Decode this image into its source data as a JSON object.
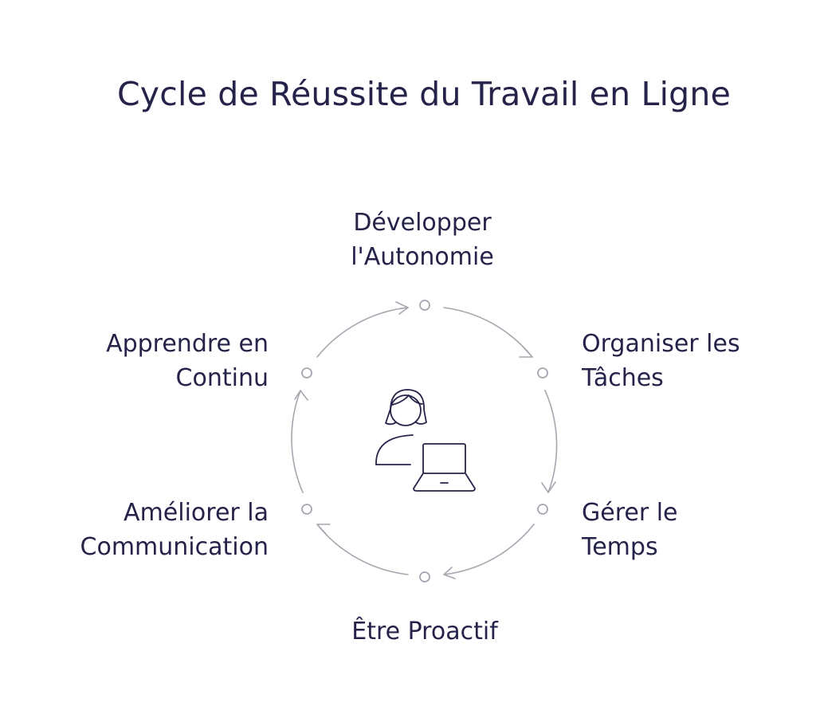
{
  "title": "Cycle de Réussite du Travail en Ligne",
  "stages": [
    {
      "id": "top",
      "lines": [
        "Développer",
        "l'Autonomie"
      ]
    },
    {
      "id": "top-right",
      "lines": [
        "Organiser les",
        "Tâches"
      ]
    },
    {
      "id": "bottom-right",
      "lines": [
        "Gérer le",
        "Temps"
      ]
    },
    {
      "id": "bottom",
      "lines": [
        "Être Proactif"
      ]
    },
    {
      "id": "bottom-left",
      "lines": [
        "Améliorer la",
        "Communication"
      ]
    },
    {
      "id": "top-left",
      "lines": [
        "Apprendre en",
        "Continu"
      ]
    }
  ],
  "center_icon": "person-with-laptop-icon",
  "colors": {
    "text": "#25234a",
    "arrows": "#a6a6b0",
    "nodes": "#a6a6b0"
  }
}
